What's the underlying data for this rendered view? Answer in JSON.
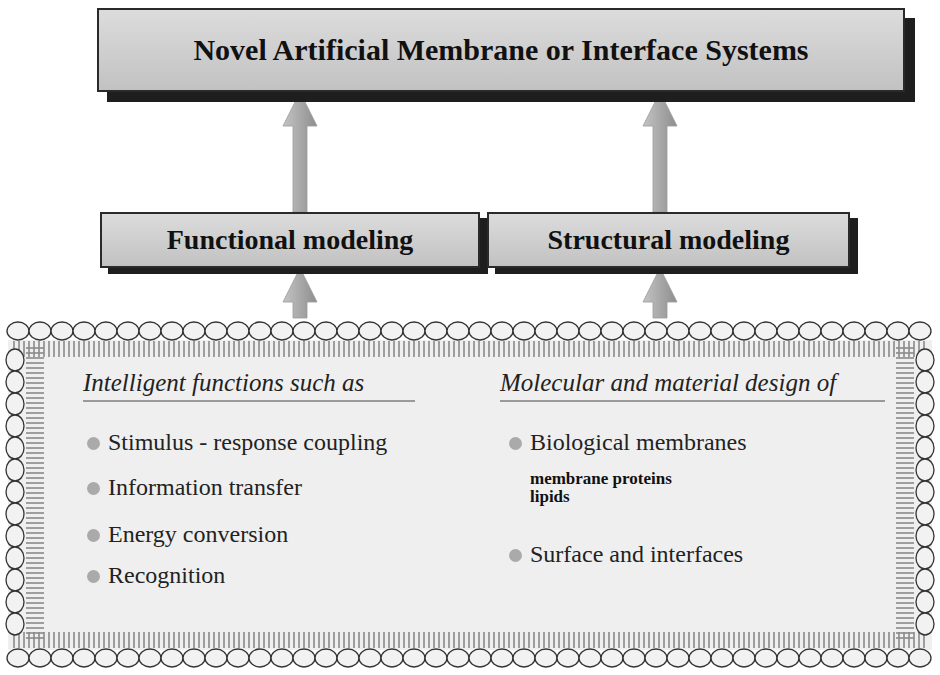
{
  "diagram": {
    "nodes": [
      {
        "text": [
          "Novel Artificial Membrane or Interface Systems"
        ]
      },
      {
        "text": [
          "Functional modeling"
        ]
      },
      {
        "text": [
          "Structural modeling"
        ]
      },
      {
        "text": [
          "Intelligent functions such as",
          "Stimulus - response coupling",
          "Information transfer",
          "Energy conversion",
          "Recognition",
          "Molecular and material design of",
          "Biological membranes",
          "membrane proteins",
          "lipids",
          "Surface and interfaces"
        ]
      }
    ],
    "edges": [
      {
        "from": 1,
        "to": 0,
        "arrow": "to"
      },
      {
        "from": 2,
        "to": 0,
        "arrow": "to"
      },
      {
        "from": 3,
        "to": 1,
        "arrow": "to"
      },
      {
        "from": 3,
        "to": 2,
        "arrow": "to"
      }
    ]
  }
}
